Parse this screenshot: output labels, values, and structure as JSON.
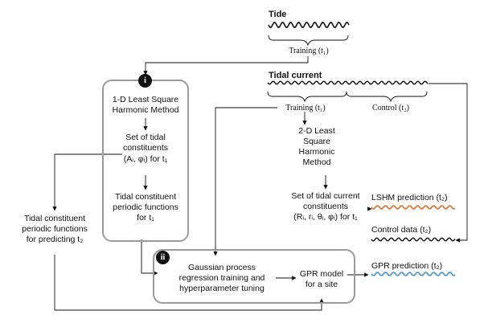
{
  "tide": {
    "title": "Tide",
    "training_label": "Training (t₁)"
  },
  "tidal_current": {
    "title": "Tidal current",
    "training_label": "Training (t₁)",
    "control_label": "Control (t₂)"
  },
  "box_i": {
    "badge": "i",
    "method": [
      "1-D Least Square",
      "Harmonic Method"
    ],
    "constituents": [
      "Set of tidal",
      "constituents",
      "(Aᵢ, φᵢ) for t₁"
    ],
    "functions": [
      "Tidal constituent",
      "periodic functions",
      "for t₁"
    ]
  },
  "left_label": [
    "Tidal constituent",
    "periodic functions",
    "for predicting t₂"
  ],
  "method_2d": [
    "2-D Least",
    "Square",
    "Harmonic",
    "Method"
  ],
  "current_constituents": [
    "Set of tidal current",
    "constituents",
    "(Rᵢ, rᵢ, θᵢ, φᵢ) for t₁"
  ],
  "outputs": {
    "lshm": "LSHM prediction (t₂)",
    "control": "Control data (t₂)",
    "gpr": "GPR prediction (t₂)"
  },
  "box_ii": {
    "badge": "ii",
    "training": [
      "Gaussian process",
      "regression training and",
      "hyperparameter tuning"
    ],
    "model": [
      "GPR model",
      "for a site"
    ]
  },
  "colors": {
    "lshm_wave": "#e07b39",
    "gpr_wave": "#5b9bd5",
    "wave": "#111111",
    "box_border": "#9b9b9b"
  }
}
